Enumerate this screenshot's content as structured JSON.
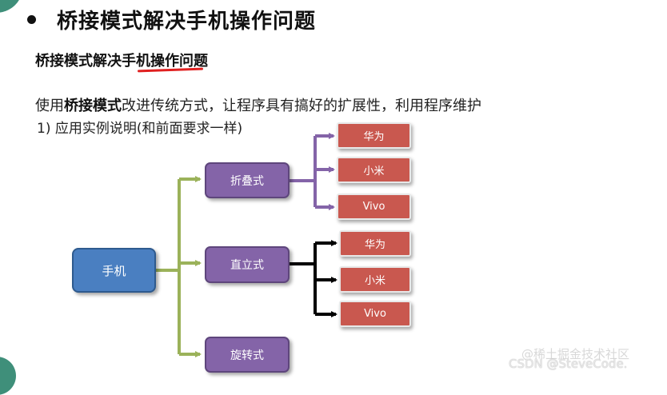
{
  "slide": {
    "title": "桥接模式解决手机操作问题",
    "subtitle": "桥接模式解决手机操作问题",
    "description_prefix": "使用",
    "description_bold": "桥接模式",
    "description_suffix": "改进传统方式，让程序具有搞好的扩展性，利用程序维护",
    "example_line": "1)  应用实例说明(和前面要求一样)"
  },
  "tree": {
    "root": "手机",
    "styles": [
      {
        "label": "折叠式",
        "brands": [
          "华为",
          "小米",
          "Vivo"
        ]
      },
      {
        "label": "直立式",
        "brands": [
          "华为",
          "小米",
          "Vivo"
        ]
      },
      {
        "label": "旋转式",
        "brands": []
      }
    ]
  },
  "colors": {
    "root_fill": "#4a7fc1",
    "style_fill": "#8464a8",
    "brand_fill": "#c9584f",
    "trunk_arrow": "#9bb25a",
    "folding_arrow": "#8464a8",
    "upright_arrow": "#000000",
    "underline": "#e02020"
  },
  "watermark": "@稀土掘金技术社区",
  "credit": "CSDN @SteveCode."
}
